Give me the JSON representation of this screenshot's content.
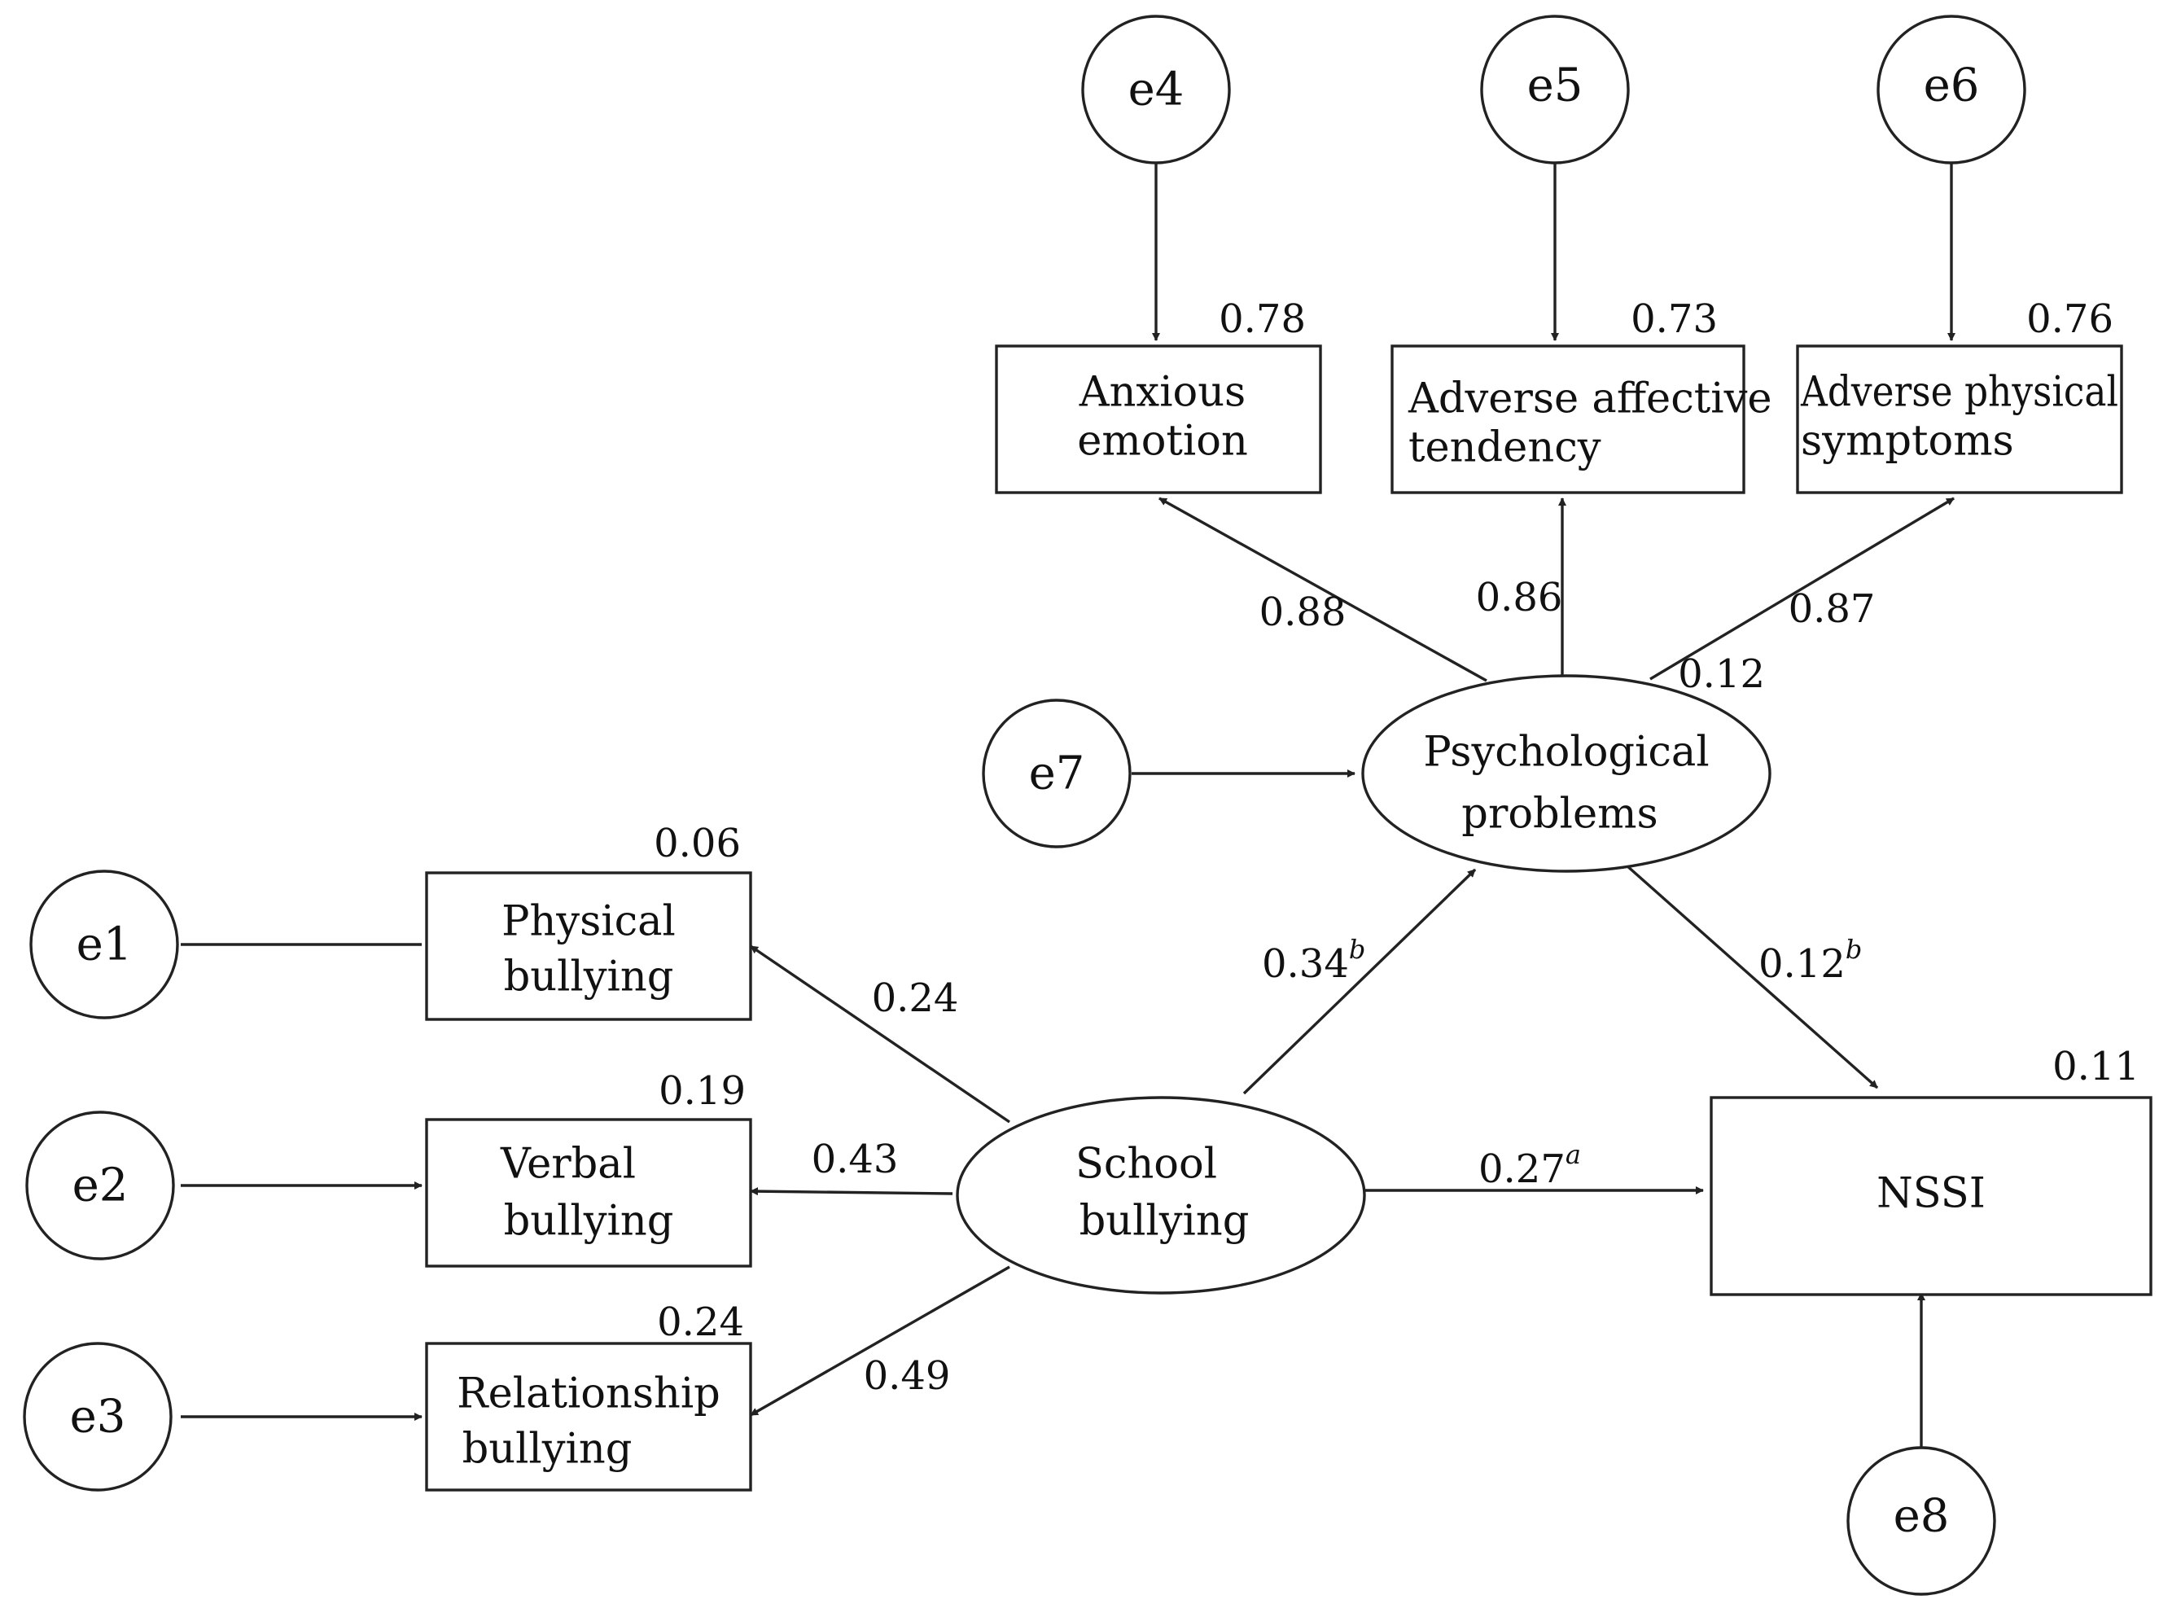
{
  "errors": {
    "e1": "e1",
    "e2": "e2",
    "e3": "e3",
    "e4": "e4",
    "e5": "e5",
    "e6": "e6",
    "e7": "e7",
    "e8": "e8"
  },
  "nodes": {
    "physical_bullying": [
      "Physical",
      "bullying"
    ],
    "verbal_bullying": [
      "Verbal",
      "bullying"
    ],
    "relationship_bullying": [
      "Relationship",
      "bullying"
    ],
    "school_bullying": [
      "School",
      "bullying"
    ],
    "psychological_problems": [
      "Psychological",
      "problems"
    ],
    "anxious_emotion": [
      "Anxious",
      "emotion"
    ],
    "adverse_affective_tendency": [
      "Adverse affective",
      "tendency"
    ],
    "adverse_physical_symptoms": [
      "Adverse physical",
      "symptoms"
    ],
    "nssi": [
      "NSSI"
    ]
  },
  "r_squared": {
    "physical_bullying": "0.06",
    "verbal_bullying": "0.19",
    "relationship_bullying": "0.24",
    "anxious_emotion": "0.78",
    "adverse_affective_tendency": "0.73",
    "adverse_physical_symptoms": "0.76",
    "psychological_problems": "0.12",
    "nssi": "0.11"
  },
  "loadings": {
    "school_to_physical": "0.24",
    "school_to_verbal": "0.43",
    "school_to_relationship": "0.49",
    "psych_to_anxious": "0.88",
    "psych_to_affective": "0.86",
    "psych_to_physical_symptoms": "0.87"
  },
  "paths": {
    "school_to_psych": {
      "value": "0.34",
      "sup": "b"
    },
    "psych_to_nssi": {
      "value": "0.12",
      "sup": "b"
    },
    "school_to_nssi": {
      "value": "0.27",
      "sup": "a"
    }
  }
}
